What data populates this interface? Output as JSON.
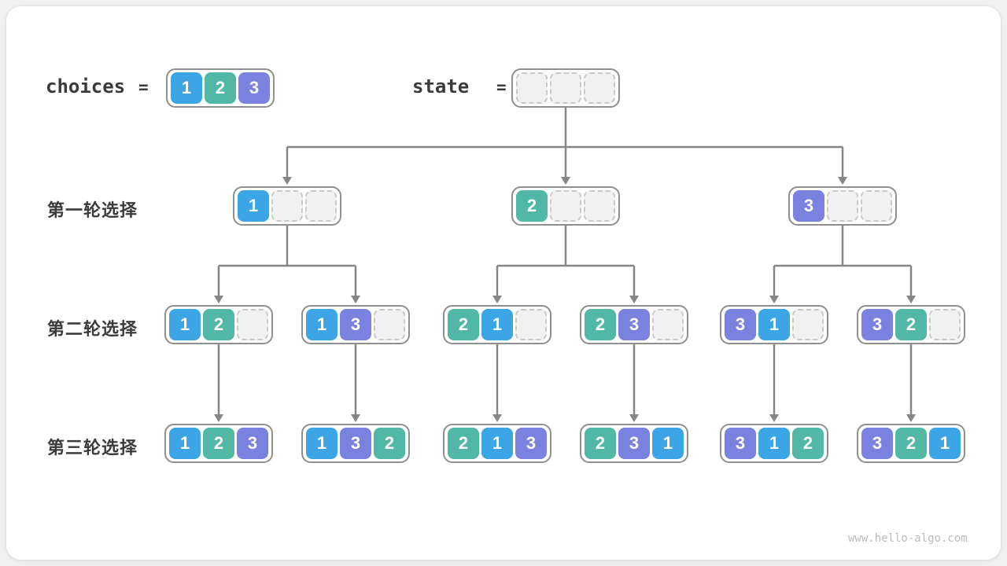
{
  "watermark": "www.hello-algo.com",
  "colors": {
    "value_1": "#3ca5e6",
    "value_2": "#50b8a4",
    "value_3": "#7a82e0",
    "line": "#868686",
    "node_border": "#8f8f8f",
    "label_text": "#3b3b3b"
  },
  "legend": {
    "choices_label": "choices",
    "equals": "=",
    "choices_values": [
      1,
      2,
      3
    ],
    "state_values": [
      null,
      null,
      null
    ],
    "state_label": "state"
  },
  "rows": [
    {
      "label": "第一轮选择",
      "nodes": [
        [
          1,
          null,
          null
        ],
        [
          2,
          null,
          null
        ],
        [
          3,
          null,
          null
        ]
      ]
    },
    {
      "label": "第二轮选择",
      "nodes": [
        [
          1,
          2,
          null
        ],
        [
          1,
          3,
          null
        ],
        [
          2,
          1,
          null
        ],
        [
          2,
          3,
          null
        ],
        [
          3,
          1,
          null
        ],
        [
          3,
          2,
          null
        ]
      ]
    },
    {
      "label": "第三轮选择",
      "nodes": [
        [
          1,
          2,
          3
        ],
        [
          1,
          3,
          2
        ],
        [
          2,
          1,
          3
        ],
        [
          2,
          3,
          1
        ],
        [
          3,
          1,
          2
        ],
        [
          3,
          2,
          1
        ]
      ]
    }
  ]
}
